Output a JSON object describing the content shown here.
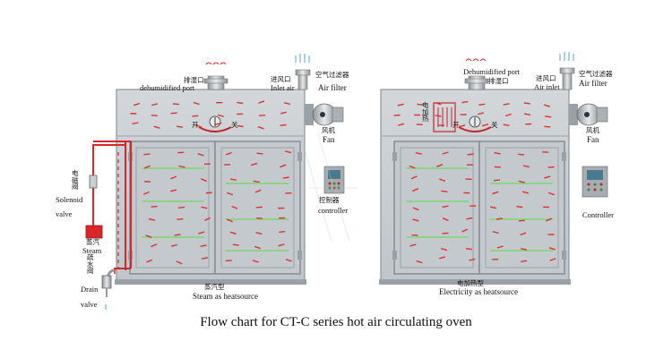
{
  "caption": "Flow chart  for CT-C series hot air  circulating oven",
  "left_oven": {
    "dehumid_cn": "排湿口",
    "dehumid_en": "dehumidified port",
    "inlet_cn": "进风口",
    "inlet_en": "Inlet air",
    "filter_cn": "空气过滤器",
    "filter_en": "Air filter",
    "fan_cn": "风机",
    "fan_en": "Fan",
    "controller_cn": "控制器",
    "controller_en": "controller",
    "solenoid_cn": "电磁阀",
    "solenoid_en": "Solenoid",
    "solenoid_en2": "valve",
    "steam_cn": "蒸汽",
    "steam_en": "Steam",
    "drain_cn": "疏水阀",
    "drain_en": "Drain",
    "drain_en2": "valve",
    "switch_on": "开",
    "switch_off": "关",
    "heat_cn": "蒸汽型",
    "heat_en": "Steam as heatsource"
  },
  "right_oven": {
    "dehumid_en": "Dehumidified  port",
    "dehumid_cn": "排湿口",
    "inlet_cn": "进风口",
    "inlet_en": "Air inlet",
    "filter_cn": "空气过滤器",
    "filter_en": "Air filter",
    "heater_cn": "电加热",
    "fan_cn": "风机",
    "fan_en": "Fan",
    "controller_en": "Controller",
    "switch_on": "开",
    "switch_off": "关",
    "heat_cn": "电加热型",
    "heat_en": "Electricity as heatsource"
  },
  "colors": {
    "body": "#c9ced2",
    "body_edge": "#8e959a",
    "steam_pipe": "#d8262a",
    "airflow": "#e0312f",
    "tray": "#8fd38a"
  }
}
